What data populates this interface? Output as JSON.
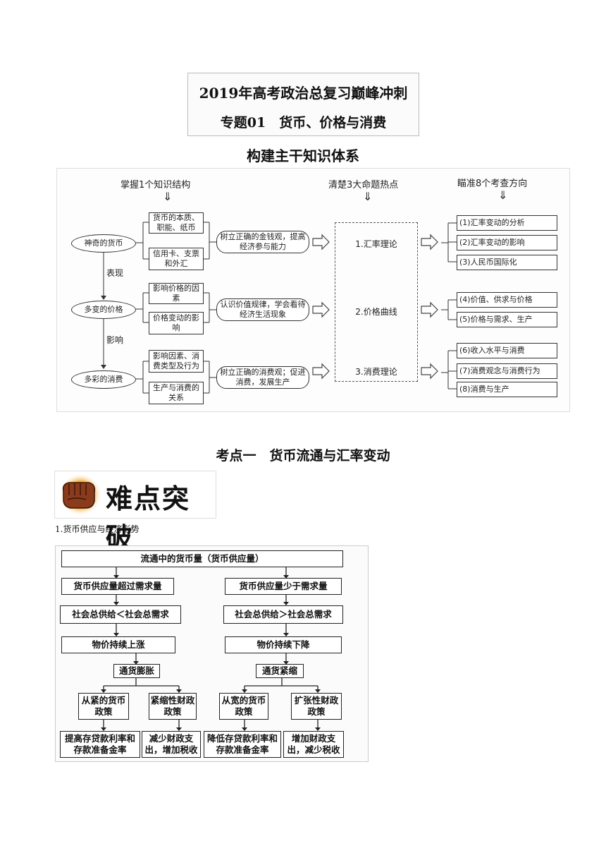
{
  "header": {
    "line1": "2019年高考政治总复习巅峰冲刺",
    "line2": "专题01　货币、价格与消费"
  },
  "section_title": "构建主干知识体系",
  "mindmap": {
    "col_headers": [
      "掌握1个知识结构",
      "清楚3大命题热点",
      "瞄准8个考查方向"
    ],
    "down_arrow": "⇓",
    "topics": [
      "神奇的货币",
      "多变的价格",
      "多彩的消费"
    ],
    "link_labels": [
      "表现",
      "影响"
    ],
    "subs": [
      [
        "货币的本质、职能、纸币",
        "信用卡、支票和外汇"
      ],
      [
        "影响价格的因素",
        "价格变动的影响"
      ],
      [
        "影响因素、消费类型及行为",
        "生产与消费的关系"
      ]
    ],
    "goals": [
      "树立正确的金钱观，提高经济参与能力",
      "认识价值规律，学会看待经济生活现象",
      "树立正确的消费观；促进消费，发展生产"
    ],
    "hotspots": [
      "1.汇率理论",
      "2.价格曲线",
      "3.消费理论"
    ],
    "directions": [
      [
        "(1)汇率变动的分析",
        "(2)汇率变动的影响",
        "(3)人民币国际化"
      ],
      [
        "(4)价值、供求与价格",
        "(5)价格与需求、生产"
      ],
      [
        "(6)收入水平与消费",
        "(7)消费观念与消费行为",
        "(8)消费与生产"
      ]
    ]
  },
  "point_title": "考点一　货币流通与汇率变动",
  "badge_text": "难点突破",
  "item_heading": "1.货币供应与经济形势",
  "flow": {
    "top": "流通中的货币量（货币供应量）",
    "left": {
      "supply": "货币供应量超过需求量",
      "balance": "社会总供给＜社会总需求",
      "price": "物价持续上涨",
      "state": "通货膨胀",
      "policy1": "从紧的货币政策",
      "policy2": "紧缩性财政政策",
      "measure1": "提高存贷款利率和存款准备金率",
      "measure2": "减少财政支出，增加税收"
    },
    "right": {
      "supply": "货币供应量少于需求量",
      "balance": "社会总供给＞社会总需求",
      "price": "物价持续下降",
      "state": "通货紧缩",
      "policy1": "从宽的货币政策",
      "policy2": "扩张性财政政策",
      "measure1": "降低存贷款利率和存款准备金率",
      "measure2": "增加财政支出，减少税收"
    }
  }
}
